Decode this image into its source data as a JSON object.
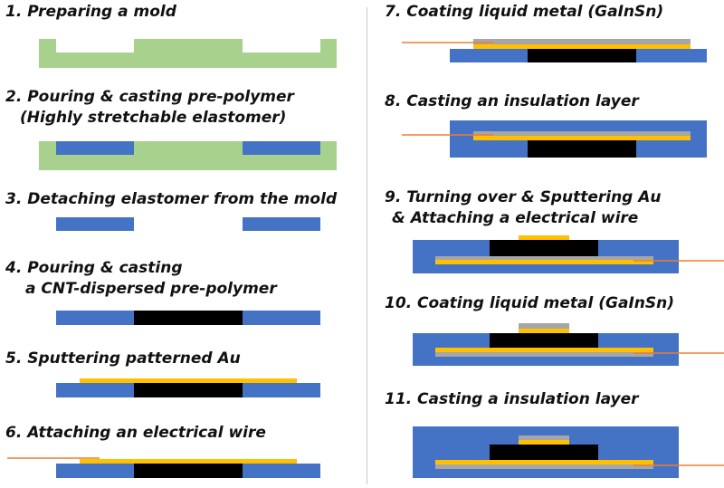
{
  "steps": [
    {
      "number": "1.",
      "lines": [
        "Preparing a mold"
      ]
    },
    {
      "number": "2.",
      "lines": [
        "Pouring & casting pre-polymer",
        "(Highly stretchable elastomer)"
      ]
    },
    {
      "number": "3.",
      "lines": [
        "Detaching elastomer from the mold"
      ]
    },
    {
      "number": "4.",
      "lines": [
        "Pouring & casting",
        "a CNT-dispersed pre-polymer"
      ]
    },
    {
      "number": "5.",
      "lines": [
        "Sputtering patterned Au"
      ]
    },
    {
      "number": "6.",
      "lines": [
        "Attaching an electrical wire"
      ]
    },
    {
      "number": "7.",
      "lines": [
        "Coating liquid metal (GaInSn)"
      ]
    },
    {
      "number": "8.",
      "lines": [
        "Casting an insulation layer"
      ]
    },
    {
      "number": "9.",
      "lines": [
        "Turning over & Sputtering Au",
        "& Attaching a electrical wire"
      ]
    },
    {
      "number": "10.",
      "lines": [
        "Coating liquid metal (GaInSn)"
      ]
    },
    {
      "number": "11.",
      "lines": [
        "Casting a insulation layer"
      ]
    }
  ],
  "colors": {
    "mold": "#a9d18e",
    "elastomer": "#4472c4",
    "cnt": "#000000",
    "gold": "#ffc000",
    "liquid_metal": "#a6a6a6",
    "wire": "#ed7d31"
  }
}
